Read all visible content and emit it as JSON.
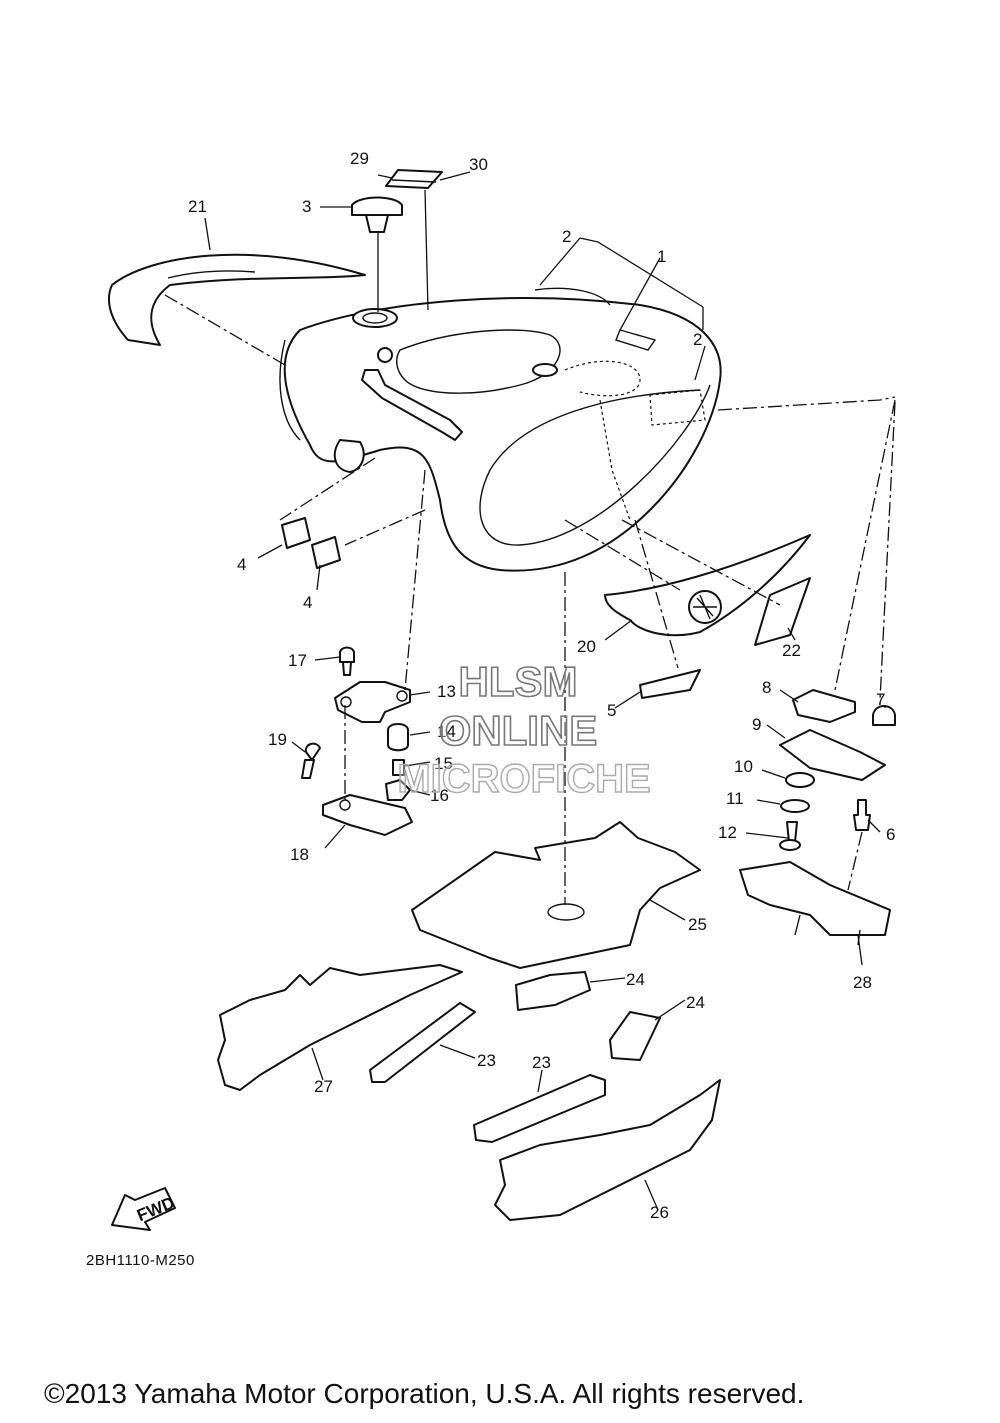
{
  "callouts": [
    "1",
    "2",
    "2",
    "3",
    "4",
    "4",
    "5",
    "6",
    "7",
    "8",
    "9",
    "10",
    "11",
    "12",
    "13",
    "14",
    "15",
    "16",
    "17",
    "18",
    "19",
    "20",
    "21",
    "22",
    "23",
    "23",
    "24",
    "24",
    "25",
    "26",
    "27",
    "28",
    "29",
    "30"
  ],
  "fwd_label": "FWD",
  "watermark": [
    "HLSM",
    "ONLINE",
    "MICROFICHE"
  ],
  "diagram_code": "2BH1110-M250",
  "copyright": "©2013 Yamaha Motor Corporation, U.S.A. All rights reserved."
}
